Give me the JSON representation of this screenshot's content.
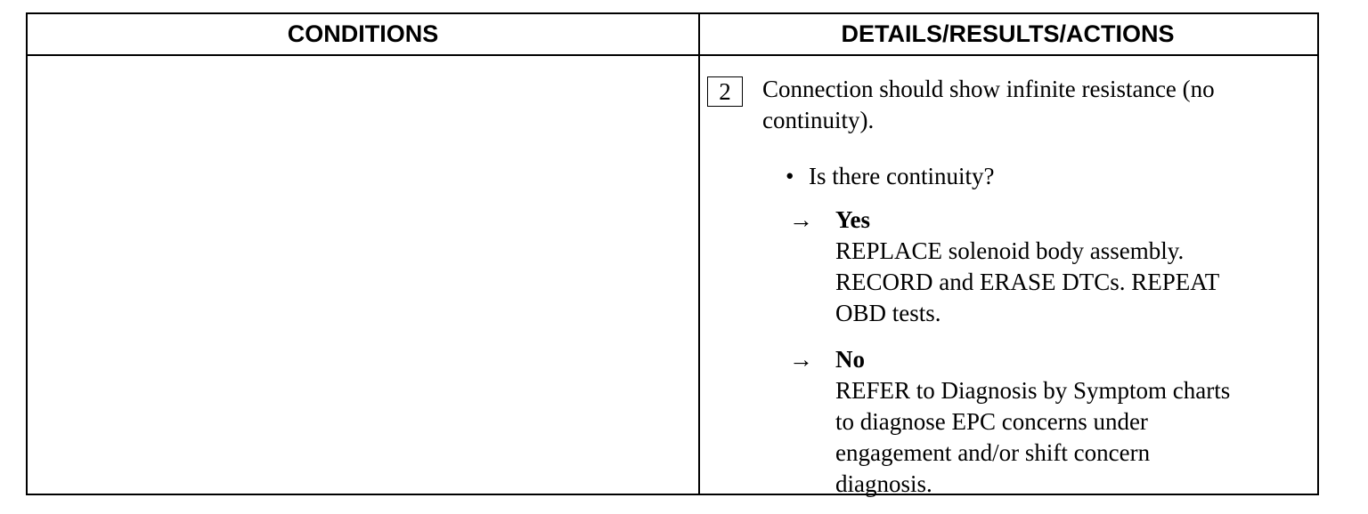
{
  "table": {
    "headers": {
      "conditions": "CONDITIONS",
      "details": "DETAILS/RESULTS/ACTIONS"
    },
    "conditions_cell": "",
    "step": {
      "number": "2",
      "text": "Connection should show infinite resistance (no continuity).",
      "question_bullet": "•",
      "question": "Is there continuity?",
      "arrow_symbol": "→",
      "yes": {
        "label": "Yes",
        "line1": "REPLACE solenoid body assembly.",
        "line2": "RECORD and ERASE DTCs. REPEAT",
        "line3": "OBD tests."
      },
      "no": {
        "label": "No",
        "line1": "REFER to Diagnosis by Symptom charts",
        "line2": "to diagnose EPC concerns under",
        "line3": "engagement and/or shift concern",
        "line4": "diagnosis."
      }
    }
  }
}
